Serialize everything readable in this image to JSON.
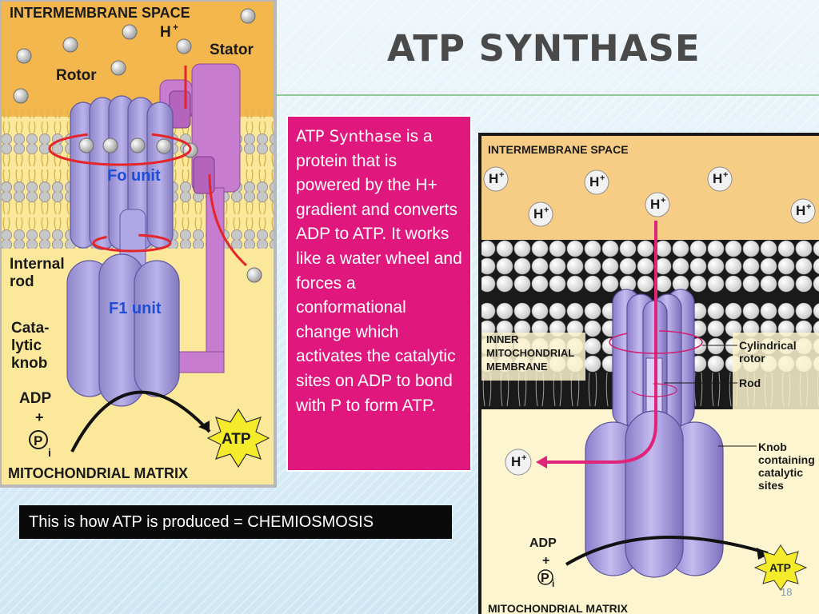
{
  "slide": {
    "title": "ATP SYNTHASE",
    "description_lead": "ATP Synthase",
    "description_body": " is a protein that is powered by the H+ gradient and converts ADP to ATP.  It works like a water wheel and forces a conformational change which activates the catalytic sites on ADP to bond with P to form ATP.",
    "caption": "This is how ATP is produced = CHEMIOSMOSIS",
    "slide_number": "18",
    "colors": {
      "accent_box": "#e0177d",
      "title": "#4a4a4a",
      "caption_bg": "#0a0a0a",
      "protein": "#a99ad8"
    }
  },
  "left_figure": {
    "top_label": "INTERMEMBRANE SPACE",
    "h_plus": "H",
    "plus": "+",
    "stator": "Stator",
    "rotor": "Rotor",
    "fo_unit": "Fo unit",
    "internal_rod_1": "Internal",
    "internal_rod_2": "rod",
    "f1_unit": "F1 unit",
    "knob_1": "Cata-",
    "knob_2": "lytic",
    "knob_3": "knob",
    "adp": "ADP",
    "pi_p": "P",
    "pi_i": "i",
    "atp": "ATP",
    "bottom_label": "MITOCHONDRIAL MATRIX"
  },
  "right_figure": {
    "top_label": "INTERMEMBRANE SPACE",
    "h_plus": "H",
    "plus": "+",
    "membrane_1": "INNER",
    "membrane_2": "MITOCHONDRIAL",
    "membrane_3": "MEMBRANE",
    "rotor_1": "Cylindrical",
    "rotor_2": "rotor",
    "rod": "Rod",
    "knob_1": "Knob",
    "knob_2": "containing",
    "knob_3": "catalytic",
    "knob_4": "sites",
    "adp": "ADP",
    "plus_sign": "+",
    "pi_p": "P",
    "pi_i": "i",
    "atp": "ATP",
    "bottom_label": "MITOCHONDRIAL MATRIX"
  }
}
